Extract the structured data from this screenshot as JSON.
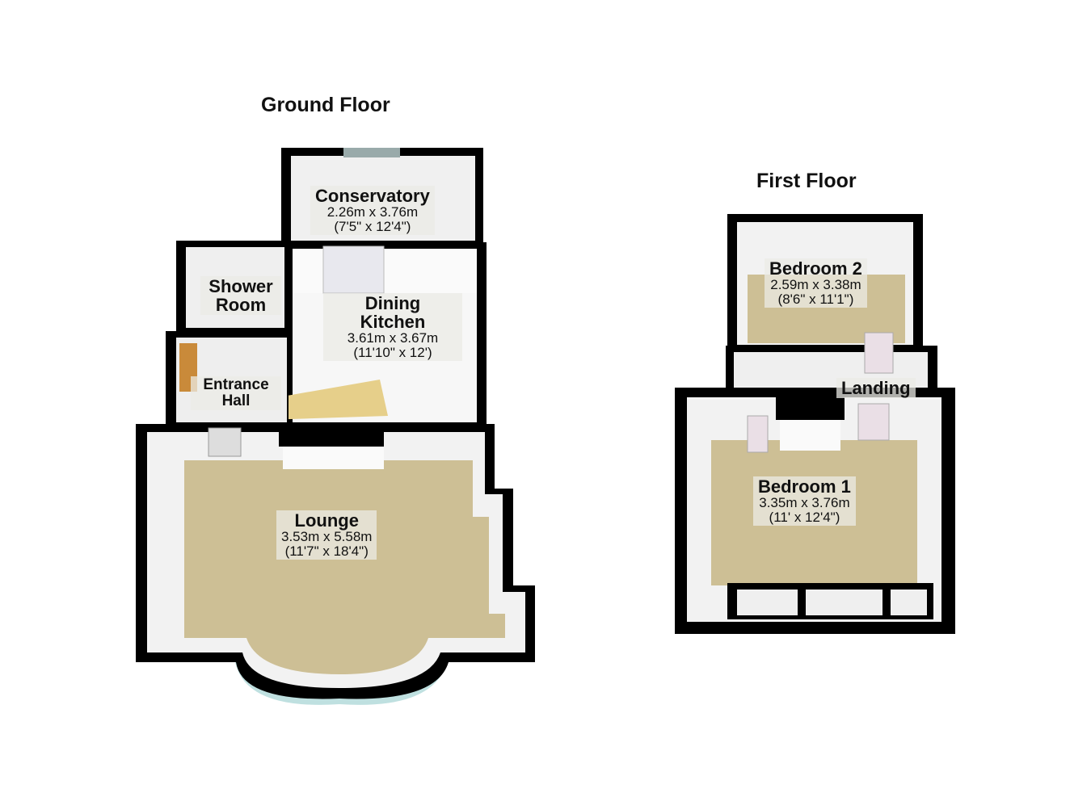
{
  "floors": [
    {
      "title": "Ground Floor",
      "rooms": [
        {
          "name": "Conservatory",
          "metric": "2.26m x 3.76m",
          "imperial": "(7'5\" x 12'4\")"
        },
        {
          "name": "Shower Room"
        },
        {
          "name": "Dining Kitchen",
          "metric": "3.61m x 3.67m",
          "imperial": "(11'10\" x 12')"
        },
        {
          "name": "Entrance Hall"
        },
        {
          "name": "Lounge",
          "metric": "3.53m x 5.58m",
          "imperial": "(11'7\" x 18'4\")"
        }
      ]
    },
    {
      "title": "First Floor",
      "rooms": [
        {
          "name": "Bedroom 2",
          "metric": "2.59m x 3.38m",
          "imperial": "(8'6\" x 11'1\")"
        },
        {
          "name": "Landing"
        },
        {
          "name": "Bedroom 1",
          "metric": "3.35m x 3.76m",
          "imperial": "(11' x 12'4\")"
        }
      ]
    }
  ],
  "colors": {
    "wall": "#000000",
    "carpet": "#cdbf95",
    "tile": "#ececec",
    "wallFace": "#f4f4f4"
  }
}
